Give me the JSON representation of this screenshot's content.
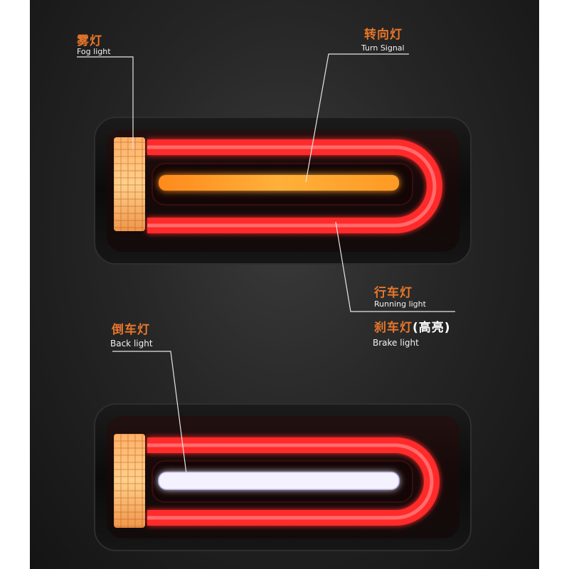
{
  "colors": {
    "accent": "#e8762a",
    "english_text": "#f2f2f2",
    "lens_red": "#ff2a2a",
    "turn_amber": "#ffa22e",
    "reverse_white": "#f4f2ff"
  },
  "labels": {
    "fog": {
      "cn": "雾灯",
      "en": "Fog light"
    },
    "turn": {
      "cn": "转向灯",
      "en": "Turn Signal"
    },
    "running": {
      "cn": "行车灯",
      "en": "Running light"
    },
    "brake": {
      "cn": "刹车灯",
      "cn_extra": "(高亮)",
      "en": "Brake light"
    },
    "back": {
      "cn": "倒车灯",
      "en": "Back light"
    }
  }
}
